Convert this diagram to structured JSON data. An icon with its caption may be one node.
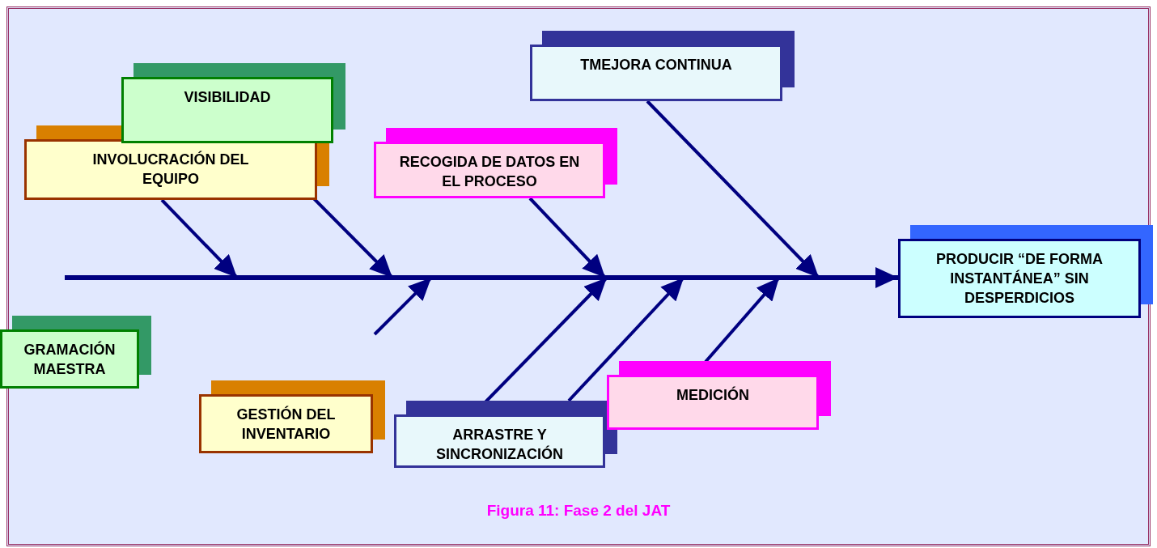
{
  "diagram": {
    "caption": "Figura 11: Fase 2 del JAT",
    "nodes": [
      {
        "text": [
          "TMEJORA CONTINUA"
        ]
      },
      {
        "text": [
          "VISIBILIDAD"
        ]
      },
      {
        "text": [
          "INVOLUCRACIÓN DEL EQUIPO"
        ]
      },
      {
        "text": [
          "RECOGIDA DE DATOS EN EL PROCESO"
        ]
      },
      {
        "text": [
          "PRODUCIR “DE FORMA INSTANTÁNEA” SIN DESPERDICIOS"
        ]
      },
      {
        "text": [
          "GRAMACIÓN MAESTRA"
        ]
      },
      {
        "text": [
          "GESTIÓN DEL INVENTARIO"
        ]
      },
      {
        "text": [
          "ARRASTRE Y SINCRONIZACIÓN"
        ]
      },
      {
        "text": [
          "MEDICIÓN"
        ]
      }
    ],
    "edges": [
      {
        "from": 2,
        "to": null,
        "arrow": "to"
      },
      {
        "from": 1,
        "to": null,
        "arrow": "to"
      },
      {
        "from": 3,
        "to": null,
        "arrow": "to"
      },
      {
        "from": 0,
        "to": null,
        "arrow": "to"
      },
      {
        "from": 7,
        "to": null,
        "arrow": "to"
      },
      {
        "from": 7,
        "to": null,
        "arrow": "to"
      },
      {
        "from": 8,
        "to": null,
        "arrow": "to"
      },
      {
        "from": null,
        "to": 4,
        "arrow": "to"
      }
    ]
  }
}
